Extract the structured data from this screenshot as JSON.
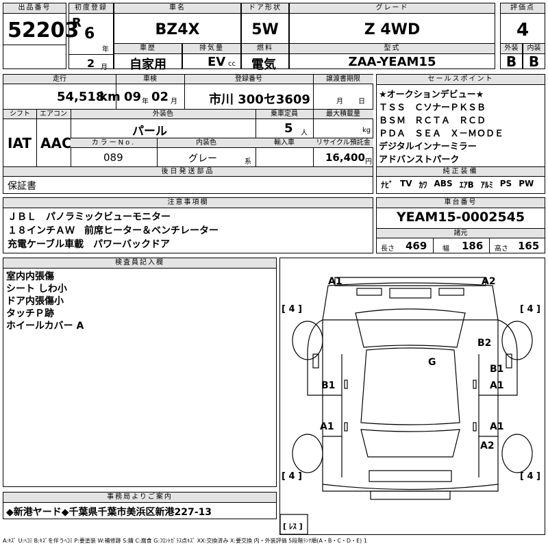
{
  "lot": {
    "label": "出品番号",
    "value": "52203"
  },
  "reg_year": {
    "label": "初度登録",
    "era": "R",
    "value": "6",
    "unit_year": "年",
    "month": "2",
    "unit_month": "月"
  },
  "model": {
    "label": "車名",
    "value": "BZ4X"
  },
  "doors": {
    "label": "ドア形状",
    "value": "5W"
  },
  "grade": {
    "label": "グレード",
    "value": "Z 4WD"
  },
  "score": {
    "label": "評価点",
    "value": "4"
  },
  "history": {
    "label": "車歴",
    "value": "自家用"
  },
  "displacement": {
    "label": "排気量",
    "value": "EV",
    "unit": "cc"
  },
  "fuel": {
    "label": "燃料",
    "value": "電気"
  },
  "model_code": {
    "label": "型式",
    "value": "ZAA-YEAM15"
  },
  "ext_grade": {
    "label": "外装",
    "value": "B"
  },
  "int_grade": {
    "label": "内装",
    "value": "B"
  },
  "mileage": {
    "label": "走行",
    "value": "54,518",
    "unit": "km"
  },
  "inspection": {
    "label": "車検",
    "year": "09",
    "unit_year": "年",
    "month": "02",
    "unit_month": "月"
  },
  "plate": {
    "label": "登録番号",
    "value": "市川 300セ3609"
  },
  "delivery": {
    "label": "譲渡書期限",
    "unit_month": "月",
    "unit_day": "日"
  },
  "shift": {
    "label": "シフト",
    "value": "IAT"
  },
  "aircon": {
    "label": "エアコン",
    "value": "AAC"
  },
  "ext_color": {
    "label": "外装色",
    "value": "パール"
  },
  "capacity": {
    "label": "乗車定員",
    "value": "5",
    "unit": "人"
  },
  "max_load": {
    "label": "最大積載量",
    "unit": "kg"
  },
  "color_no": {
    "label": "カラーNo.",
    "value": "089"
  },
  "int_color": {
    "label": "内装色",
    "value": "グレー",
    "unit": "系"
  },
  "import": {
    "label": "輸入車"
  },
  "recycle": {
    "label": "リサイクル預託金",
    "value": "16,400",
    "unit": "円"
  },
  "later_parts": {
    "label": "後日発送部品",
    "value": "保証書"
  },
  "sales_points": {
    "label": "セールスポイント",
    "lines": [
      "★オークションデビュー★",
      "ＴＳＳ　ＣソナーＰＫＳＢ",
      "ＢＳＭ　ＲＣＴＡ　ＲＣＤ",
      "ＰＤＡ　ＳＥＡ　Ｘ－ＭＯＤＥ",
      "デジタルインナーミラー",
      "アドバンストパーク"
    ]
  },
  "equipment": {
    "label": "純正装備",
    "items": [
      "ﾅﾋﾞ",
      "TV",
      "ｶﾜ",
      "ABS",
      "ｴｱB",
      "ｱﾙﾐ",
      "PS",
      "PW"
    ]
  },
  "notes": {
    "label": "注意事項欄",
    "lines": [
      "ＪＢＬ　パノラミックビューモニター",
      "１８インチＡＷ　前席ヒーター＆ベンチレーター",
      "充電ケーブル車載　パワーバックドア"
    ]
  },
  "chassis": {
    "label": "車台番号",
    "value": "YEAM15-0002545"
  },
  "specs": {
    "label": "諸元",
    "length_label": "長さ",
    "length": "469",
    "width_label": "幅",
    "width": "186",
    "height_label": "高さ",
    "height": "165"
  },
  "inspector": {
    "label": "検査員記入欄",
    "lines": [
      "室内内張傷",
      "シート しわ小",
      "ドア内張傷小",
      "タッチＰ跡",
      "ホイールカバー A"
    ]
  },
  "diagram": {
    "tires": [
      "[ 4 ]",
      "[ 4 ]",
      "[ 4 ]",
      "[ 4 ]"
    ],
    "marks": [
      "A1",
      "A2",
      "B2",
      "G",
      "B1",
      "B1",
      "A1",
      "A1",
      "A1",
      "A2"
    ],
    "spare": "[ ﾚｽ ]"
  },
  "office": {
    "label": "事務局よりご案内",
    "value": "◆新港ヤード◆千葉県千葉市美浜区新港227-13"
  },
  "legend": "A:ｷｽﾞ U:ﾍｺﾐ B:ｷｽﾞを伴うﾍｺﾐ P:要塗装 W:補修跡 S:錆 C:腐食 G:ﾌﾛﾝﾄｶﾞﾗｽ点ｷｽﾞ XX:交換済み X:要交換 内・外装評価 5段階ﾗﾝｸ順(A・B・C・D・E) 1"
}
